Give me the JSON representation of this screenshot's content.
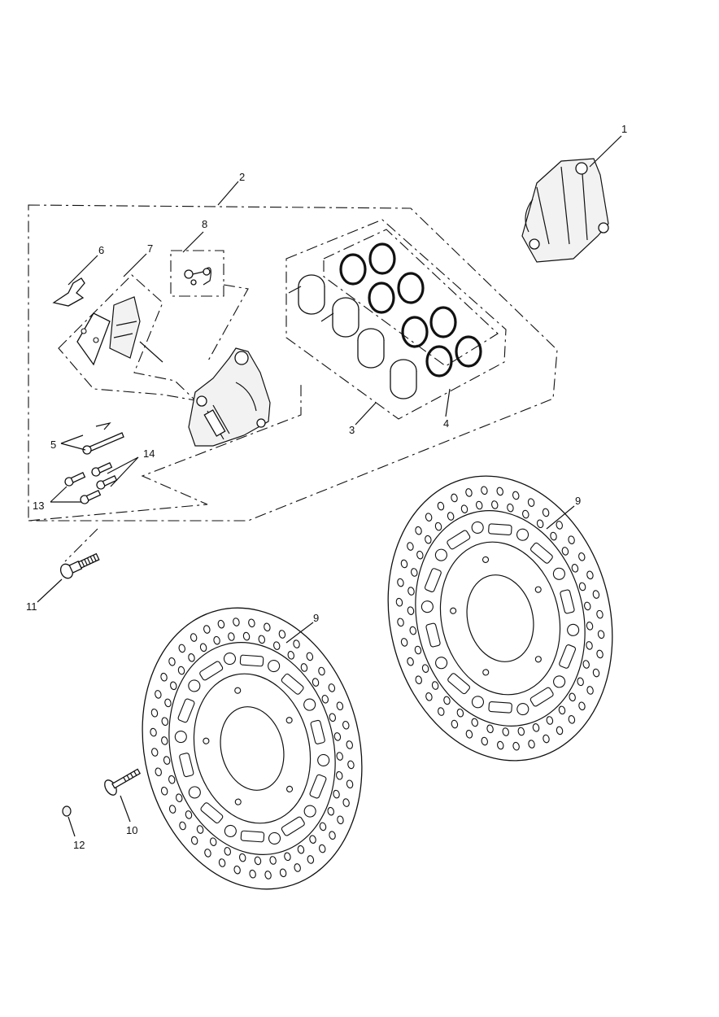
{
  "callouts": [
    {
      "id": "c1",
      "label": "1"
    },
    {
      "id": "c2",
      "label": "2"
    },
    {
      "id": "c3",
      "label": "3"
    },
    {
      "id": "c4",
      "label": "4"
    },
    {
      "id": "c5",
      "label": "5"
    },
    {
      "id": "c6",
      "label": "6"
    },
    {
      "id": "c7",
      "label": "7"
    },
    {
      "id": "c8",
      "label": "8"
    },
    {
      "id": "c9a",
      "label": "9"
    },
    {
      "id": "c9b",
      "label": "9"
    },
    {
      "id": "c10",
      "label": "10"
    },
    {
      "id": "c11",
      "label": "11"
    },
    {
      "id": "c12",
      "label": "12"
    },
    {
      "id": "c13",
      "label": "13"
    },
    {
      "id": "c14",
      "label": "14"
    }
  ]
}
